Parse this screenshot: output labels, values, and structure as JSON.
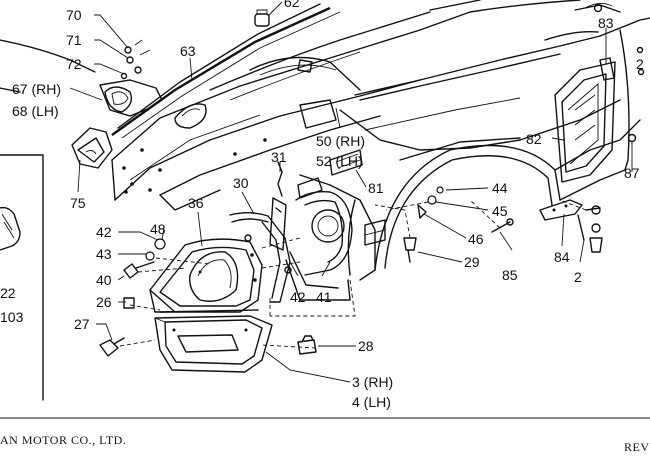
{
  "callouts": [
    {
      "id": "c62",
      "text": "62"
    },
    {
      "id": "c70",
      "text": "70"
    },
    {
      "id": "c71",
      "text": "71"
    },
    {
      "id": "c72",
      "text": "72"
    },
    {
      "id": "c67",
      "text": "67 (RH)"
    },
    {
      "id": "c68",
      "text": "68 (LH)"
    },
    {
      "id": "c63",
      "text": "63"
    },
    {
      "id": "c75",
      "text": "75"
    },
    {
      "id": "c83",
      "text": "83"
    },
    {
      "id": "c2a",
      "text": "2"
    },
    {
      "id": "c82",
      "text": "82"
    },
    {
      "id": "c87",
      "text": "87"
    },
    {
      "id": "c50",
      "text": "50 (RH)"
    },
    {
      "id": "c52",
      "text": "52 (LH)"
    },
    {
      "id": "c31",
      "text": "31"
    },
    {
      "id": "c81",
      "text": "81"
    },
    {
      "id": "c30",
      "text": "30"
    },
    {
      "id": "c44",
      "text": "44"
    },
    {
      "id": "c45",
      "text": "45"
    },
    {
      "id": "c46",
      "text": "46"
    },
    {
      "id": "c36",
      "text": "36"
    },
    {
      "id": "c48",
      "text": "48"
    },
    {
      "id": "c42a",
      "text": "42"
    },
    {
      "id": "c43",
      "text": "43"
    },
    {
      "id": "c40",
      "text": "40"
    },
    {
      "id": "c26",
      "text": "26"
    },
    {
      "id": "c27",
      "text": "27"
    },
    {
      "id": "c22",
      "text": "22"
    },
    {
      "id": "c103",
      "text": "103"
    },
    {
      "id": "c42b",
      "text": "42"
    },
    {
      "id": "c41",
      "text": "41"
    },
    {
      "id": "c29",
      "text": "29"
    },
    {
      "id": "c85",
      "text": "85"
    },
    {
      "id": "c84",
      "text": "84"
    },
    {
      "id": "c2b",
      "text": "2"
    },
    {
      "id": "c28",
      "text": "28"
    },
    {
      "id": "c3",
      "text": "3 (RH)"
    },
    {
      "id": "c4",
      "text": "4 (LH)"
    }
  ],
  "footer": {
    "left": "AN MOTOR CO., LTD.",
    "right": "REV"
  }
}
